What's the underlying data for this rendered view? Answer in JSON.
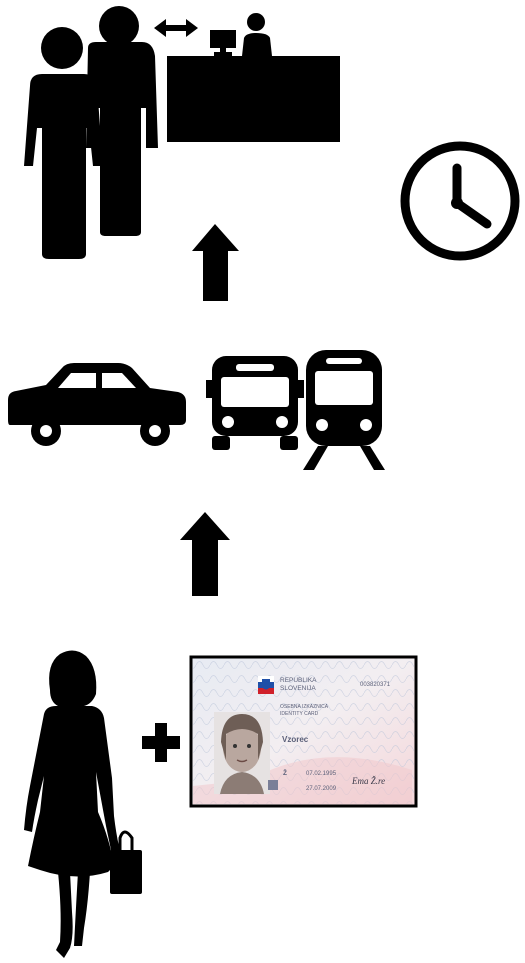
{
  "diagram": {
    "steps": [
      {
        "id": "traveler-with-id",
        "icons": [
          "woman-silhouette-icon",
          "plus-icon",
          "id-card-icon"
        ]
      },
      {
        "id": "transport",
        "icons": [
          "car-icon",
          "bus-icon",
          "train-icon"
        ]
      },
      {
        "id": "service-counter",
        "icons": [
          "queue-people-icon",
          "double-arrow-icon",
          "desk-clerk-icon",
          "clock-icon"
        ]
      }
    ],
    "flow_direction": "bottom-to-top",
    "colors": {
      "icon": "#000000",
      "background": "#ffffff"
    }
  },
  "id_card": {
    "header_line1": "REPUBLIKA",
    "header_line2": "SLOVENIJA",
    "number": "003820371",
    "title_line1": "OSEBNA IZKAZNICA",
    "title_line2": "IDENTITY CARD",
    "surname": "Vzorec",
    "sex": "Ž",
    "birth_date": "07.02.1995",
    "expiry_date": "27.07.2009",
    "signature": "Ema Ž.re",
    "colors": {
      "border": "#000000",
      "flag_blue": "#1f4fa8",
      "flag_red": "#d0202a",
      "tint_pink": "#f1c9cc",
      "tint_blue": "#dbe3f0"
    }
  }
}
